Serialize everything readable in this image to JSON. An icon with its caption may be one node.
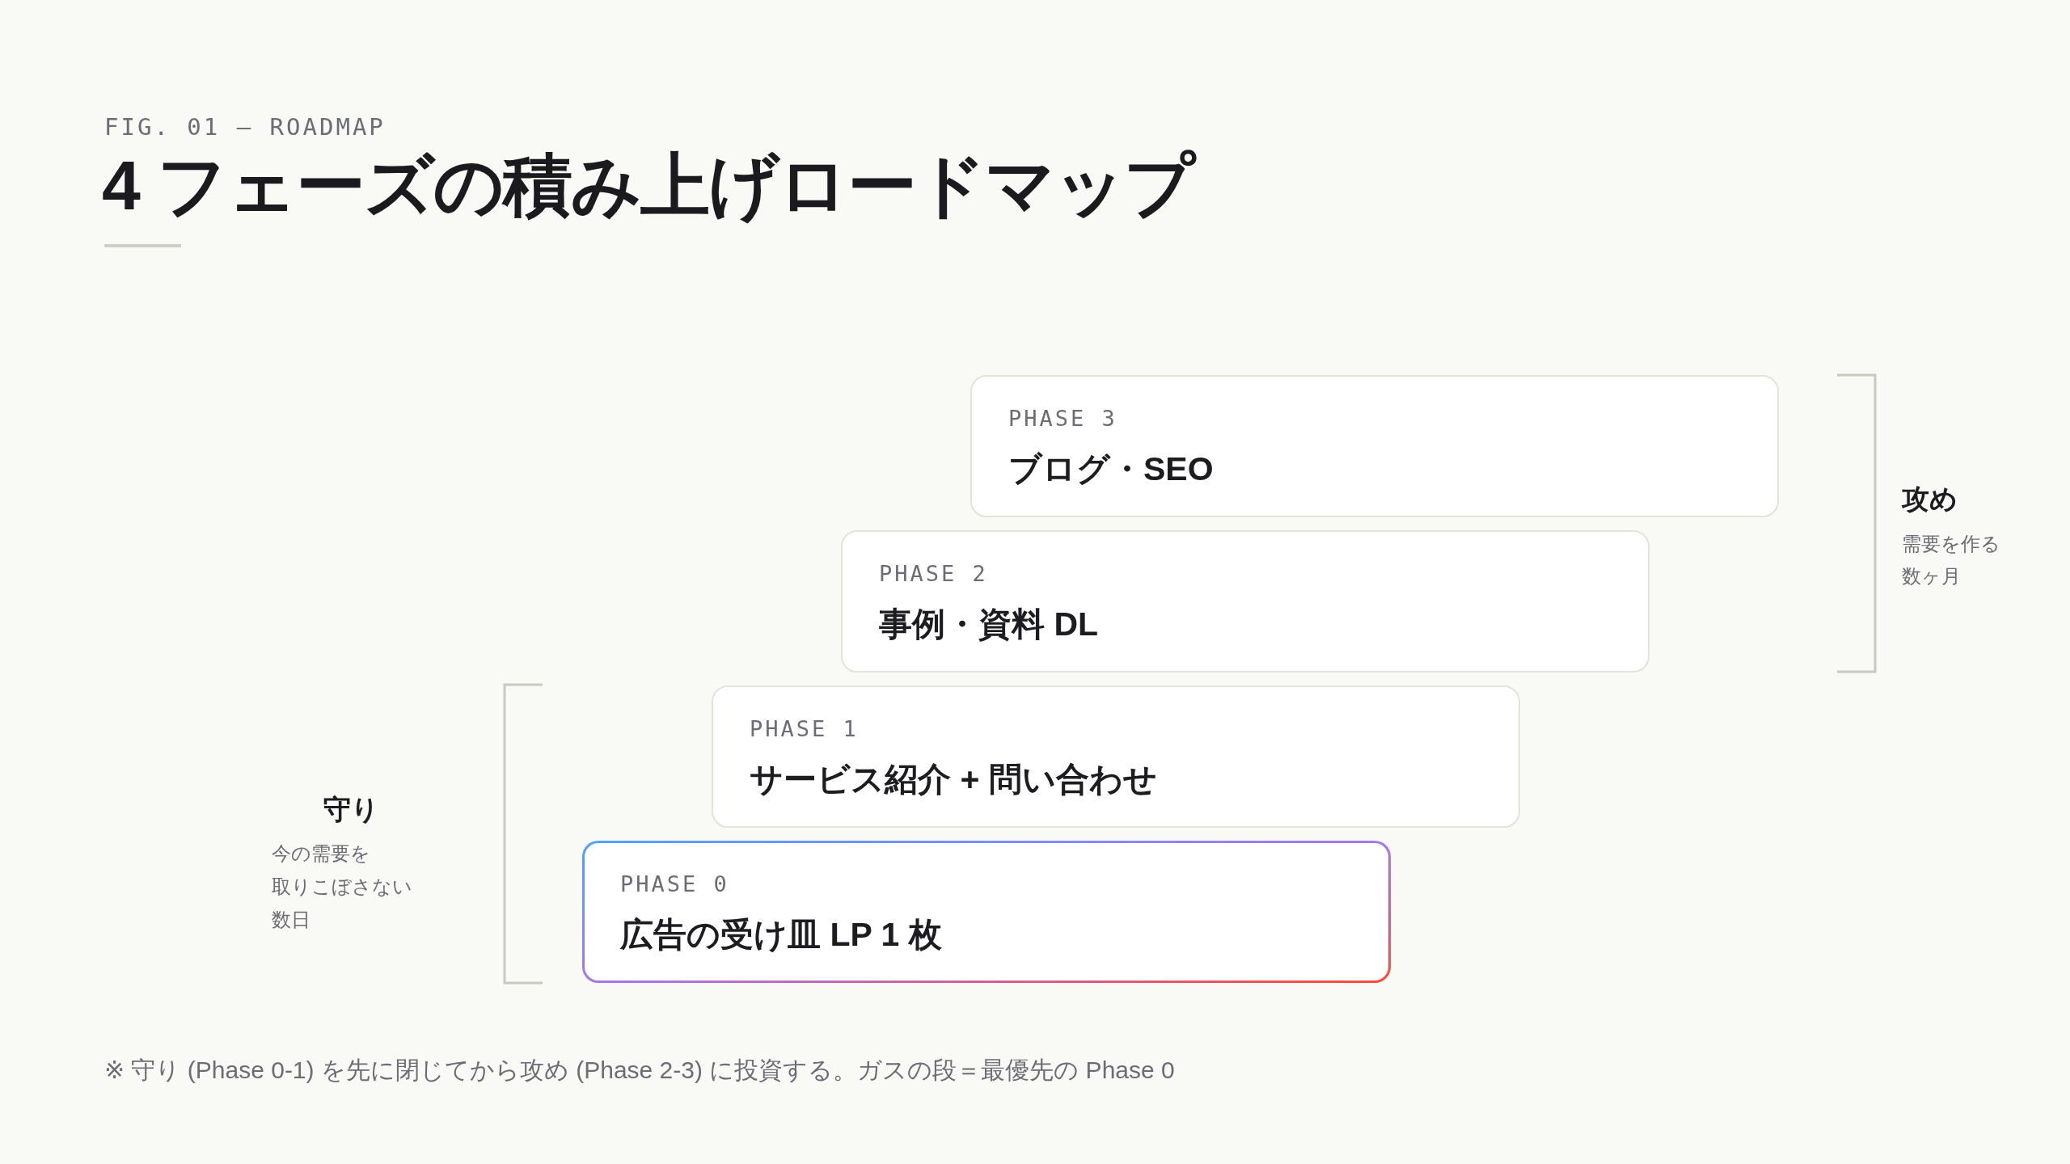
{
  "diagram": {
    "title": "4 フェーズの積み上げロードマップ",
    "caption": "※ 守り (Phase 0-1) を先に閉じてから攻め (Phase 2-3) に投資する。ガスの段＝最優先の Phase 0",
    "nodes": [
      {
        "text": [
          "PHASE 3",
          "ブログ・SEO"
        ]
      },
      {
        "text": [
          "PHASE 2",
          "事例・資料 DL"
        ]
      },
      {
        "text": [
          "PHASE 1",
          "サービス紹介 + 問い合わせ"
        ]
      },
      {
        "text": [
          "PHASE 0",
          "広告の受け皿 LP 1 枚"
        ]
      }
    ],
    "labels": [
      "FIG. 01 — ROADMAP",
      "攻め",
      "需要を作る",
      "数ヶ月",
      "守り",
      "今の需要を",
      "取りこぼさない",
      "数日"
    ]
  }
}
